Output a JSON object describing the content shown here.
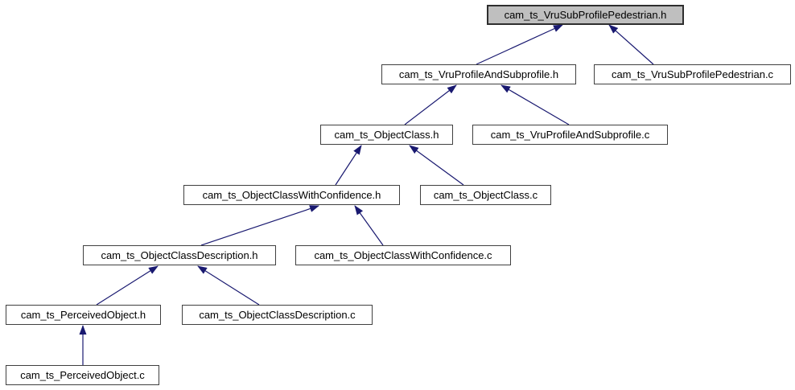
{
  "diagram": {
    "type": "include-dependency-graph",
    "root_file": "cam_ts_VruSubProfilePedestrian.h",
    "colors": {
      "background": "#ffffff",
      "arrow": "#191970",
      "node_fill": "#ffffff",
      "node_border": "#404040",
      "highlight_fill": "#bfbfbf",
      "text": "#000000"
    },
    "nodes": [
      {
        "id": "cam_ts_VruSubProfilePedestrian.h",
        "label": "cam_ts_VruSubProfilePedestrian.h",
        "highlighted": true
      },
      {
        "id": "cam_ts_VruProfileAndSubprofile.h",
        "label": "cam_ts_VruProfileAndSubprofile.h",
        "highlighted": false
      },
      {
        "id": "cam_ts_VruSubProfilePedestrian.c",
        "label": "cam_ts_VruSubProfilePedestrian.c",
        "highlighted": false
      },
      {
        "id": "cam_ts_ObjectClass.h",
        "label": "cam_ts_ObjectClass.h",
        "highlighted": false
      },
      {
        "id": "cam_ts_VruProfileAndSubprofile.c",
        "label": "cam_ts_VruProfileAndSubprofile.c",
        "highlighted": false
      },
      {
        "id": "cam_ts_ObjectClassWithConfidence.h",
        "label": "cam_ts_ObjectClassWithConfidence.h",
        "highlighted": false
      },
      {
        "id": "cam_ts_ObjectClass.c",
        "label": "cam_ts_ObjectClass.c",
        "highlighted": false
      },
      {
        "id": "cam_ts_ObjectClassDescription.h",
        "label": "cam_ts_ObjectClassDescription.h",
        "highlighted": false
      },
      {
        "id": "cam_ts_ObjectClassWithConfidence.c",
        "label": "cam_ts_ObjectClassWithConfidence.c",
        "highlighted": false
      },
      {
        "id": "cam_ts_PerceivedObject.h",
        "label": "cam_ts_PerceivedObject.h",
        "highlighted": false
      },
      {
        "id": "cam_ts_ObjectClassDescription.c",
        "label": "cam_ts_ObjectClassDescription.c",
        "highlighted": false
      },
      {
        "id": "cam_ts_PerceivedObject.c",
        "label": "cam_ts_PerceivedObject.c",
        "highlighted": false
      }
    ],
    "edges": [
      {
        "from": "cam_ts_VruProfileAndSubprofile.h",
        "to": "cam_ts_VruSubProfilePedestrian.h"
      },
      {
        "from": "cam_ts_VruSubProfilePedestrian.c",
        "to": "cam_ts_VruSubProfilePedestrian.h"
      },
      {
        "from": "cam_ts_ObjectClass.h",
        "to": "cam_ts_VruProfileAndSubprofile.h"
      },
      {
        "from": "cam_ts_VruProfileAndSubprofile.c",
        "to": "cam_ts_VruProfileAndSubprofile.h"
      },
      {
        "from": "cam_ts_ObjectClassWithConfidence.h",
        "to": "cam_ts_ObjectClass.h"
      },
      {
        "from": "cam_ts_ObjectClass.c",
        "to": "cam_ts_ObjectClass.h"
      },
      {
        "from": "cam_ts_ObjectClassDescription.h",
        "to": "cam_ts_ObjectClassWithConfidence.h"
      },
      {
        "from": "cam_ts_ObjectClassWithConfidence.c",
        "to": "cam_ts_ObjectClassWithConfidence.h"
      },
      {
        "from": "cam_ts_PerceivedObject.h",
        "to": "cam_ts_ObjectClassDescription.h"
      },
      {
        "from": "cam_ts_ObjectClassDescription.c",
        "to": "cam_ts_ObjectClassDescription.h"
      },
      {
        "from": "cam_ts_PerceivedObject.c",
        "to": "cam_ts_PerceivedObject.h"
      }
    ]
  }
}
